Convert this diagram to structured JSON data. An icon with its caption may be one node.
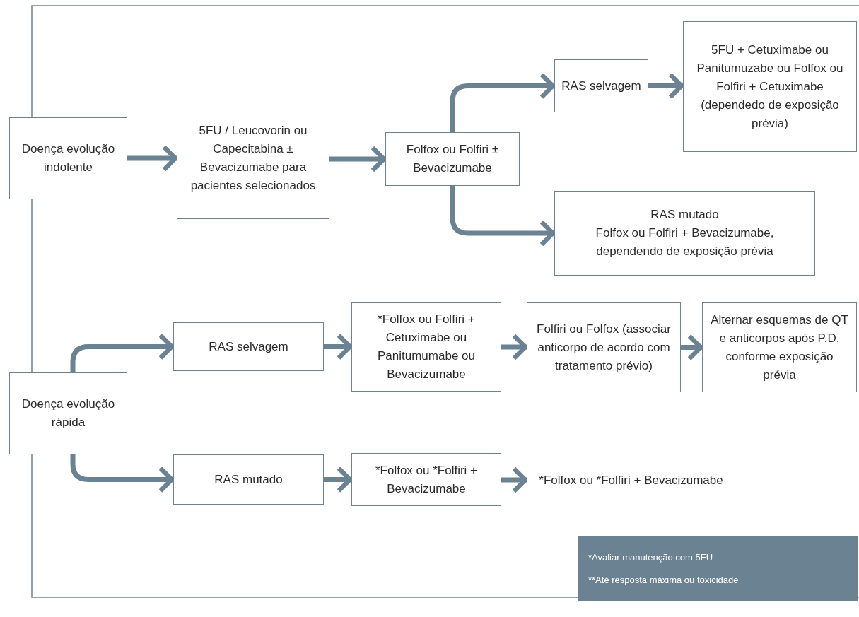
{
  "diagram": {
    "nodes": [
      {
        "text": [
          "Doença evolução indolente"
        ]
      },
      {
        "text": [
          "5FU / Leucovorin ou Capecitabina ± Bevacizumabe para pacientes selecionados"
        ]
      },
      {
        "text": [
          "Folfox ou Folfiri ± Bevacizumabe"
        ]
      },
      {
        "text": [
          "RAS selvagem"
        ]
      },
      {
        "text": [
          "5FU + Cetuximabe ou Panitumuzabe ou Folfox ou Folfiri + Cetuximabe (dependedo de exposição prévia)"
        ]
      },
      {
        "text": [
          "RAS mutado",
          "Folfox ou Folfiri + Bevacizumabe, dependendo de exposição prévia"
        ]
      },
      {
        "text": [
          "Doença evolução rápida"
        ]
      },
      {
        "text": [
          "RAS selvagem"
        ]
      },
      {
        "text": [
          "*Folfox ou Folfiri + Cetuximabe ou Panitumumabe ou Bevacizumabe"
        ]
      },
      {
        "text": [
          "Folfiri ou Folfox (associar anticorpo de acordo com tratamento prévio)"
        ]
      },
      {
        "text": [
          "Alternar esquemas de QT e anticorpos após P.D. conforme exposição prévia"
        ]
      },
      {
        "text": [
          "RAS mutado"
        ]
      },
      {
        "text": [
          "*Folfox ou *Folfiri + Bevacizumabe"
        ]
      },
      {
        "text": [
          "*Folfox ou *Folfiri + Bevacizumabe"
        ]
      },
      {
        "text": [
          "*Avaliar manutenção com 5FU",
          "**Até resposta máxima ou toxicidade"
        ]
      }
    ],
    "edges": [
      {
        "from": 0,
        "to": 1,
        "arrow": "to"
      },
      {
        "from": 1,
        "to": 2,
        "arrow": "to"
      },
      {
        "from": 2,
        "to": 3,
        "arrow": "to"
      },
      {
        "from": 2,
        "to": 5,
        "arrow": "to"
      },
      {
        "from": 3,
        "to": 4,
        "arrow": "to"
      },
      {
        "from": 6,
        "to": 7,
        "arrow": "to"
      },
      {
        "from": 6,
        "to": 11,
        "arrow": "to"
      },
      {
        "from": 7,
        "to": 8,
        "arrow": "to"
      },
      {
        "from": 8,
        "to": 9,
        "arrow": "to"
      },
      {
        "from": 9,
        "to": 10,
        "arrow": "to"
      },
      {
        "from": 11,
        "to": 12,
        "arrow": "to"
      },
      {
        "from": 12,
        "to": 13,
        "arrow": "to"
      }
    ]
  }
}
